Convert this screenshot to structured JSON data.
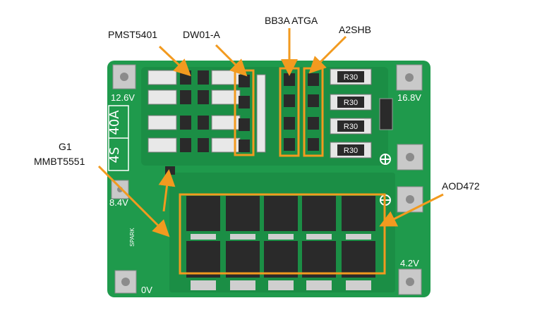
{
  "board": {
    "labels": {
      "v126": "12.6V",
      "v168": "16.8V",
      "v84": "8.4V",
      "v42": "4.2V",
      "v0": "0V",
      "rating_4s": "4S",
      "rating_40a": "40A",
      "spark": "SPARK",
      "resistor_code": "R30"
    },
    "colors": {
      "pcb": "#1f9a4c",
      "pcb_dark": "#157a39",
      "trace": "#35b862",
      "pad": "#c9c9c9",
      "chip": "#2a2a2a",
      "callout": "#f29a1f"
    }
  },
  "callouts": {
    "pmst": "PMST5401",
    "dw01": "DW01-A",
    "bb3a": "BB3A ATGA",
    "a2shb": "A2SHB",
    "g1": "G1",
    "mmbt": "MMBT5551",
    "aod": "AOD472"
  }
}
